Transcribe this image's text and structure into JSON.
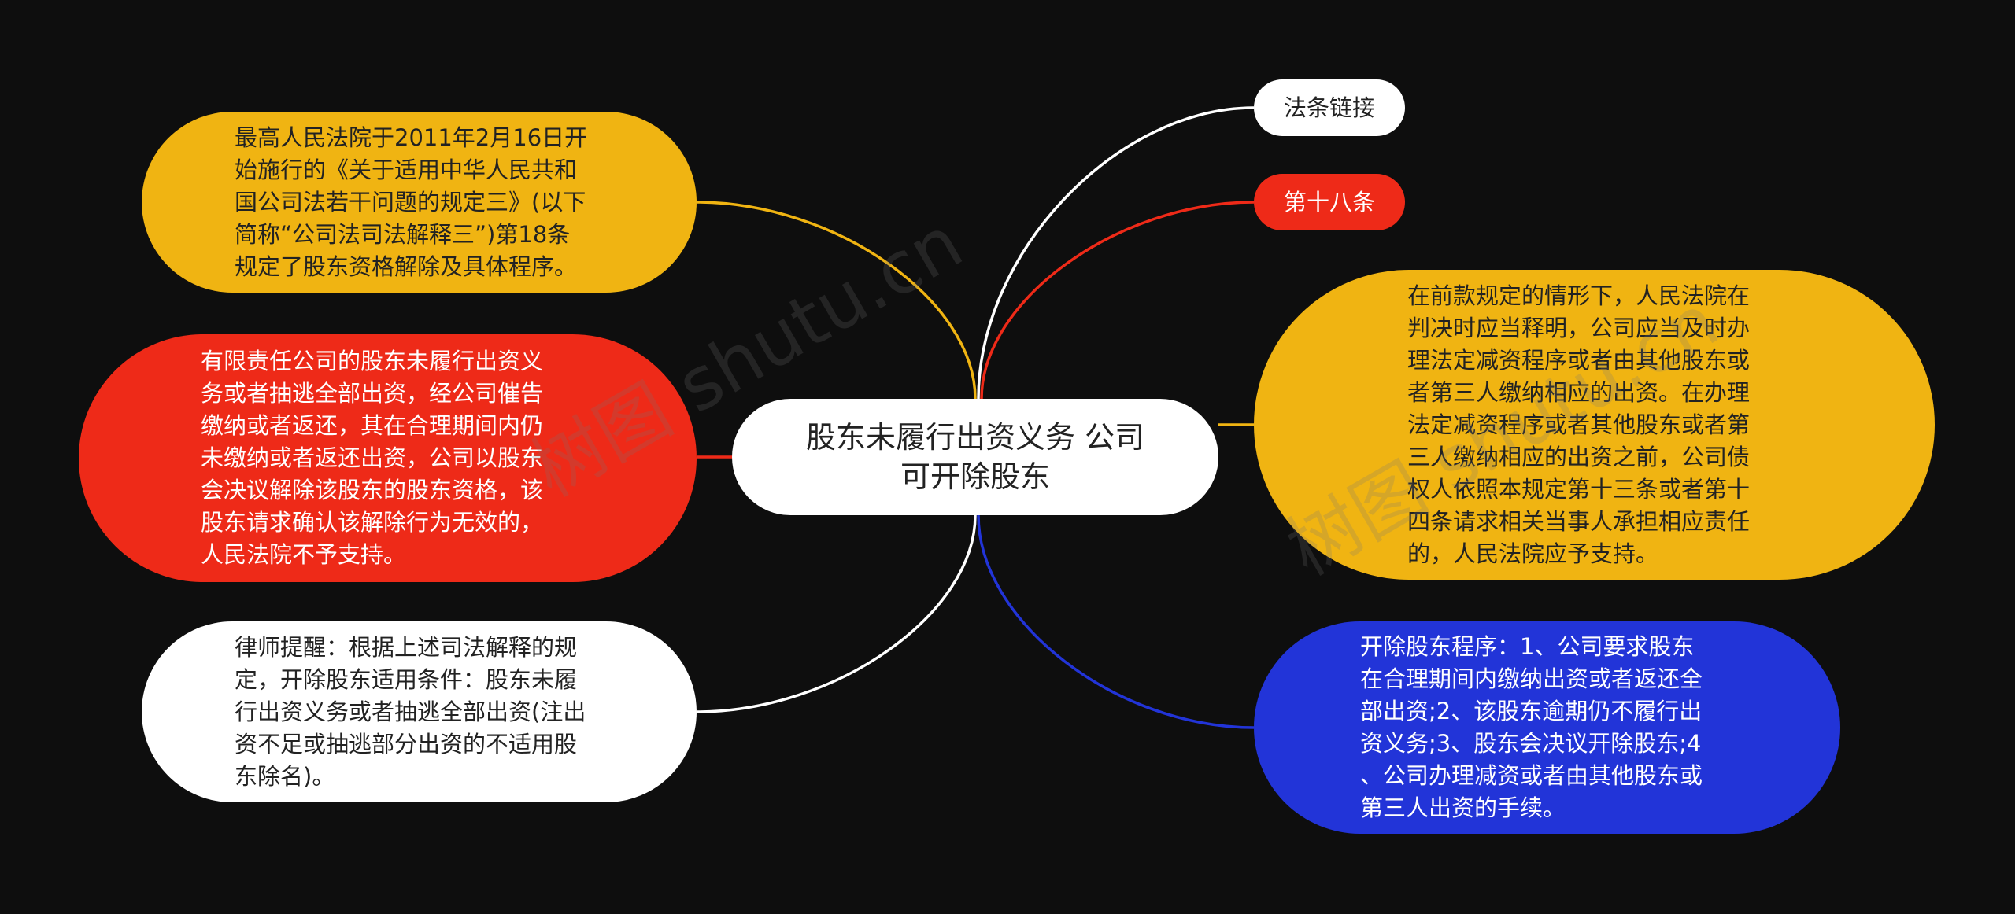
{
  "center": {
    "label": "股东未履行出资义务 公司\n可开除股东",
    "color": "#ffffff"
  },
  "left": [
    {
      "id": "left-1",
      "text": "最高人民法院于2011年2月16日开\n始施行的《关于适用中华人民共和\n国公司法若干问题的规定三》(以下\n简称“公司法司法解释三”)第18条\n规定了股东资格解除及具体程序。",
      "fill": "#f0b412",
      "stroke": "#f0b412",
      "textColor": "#222222"
    },
    {
      "id": "left-2",
      "text": "有限责任公司的股东未履行出资义\n务或者抽逃全部出资，经公司催告\n缴纳或者返还，其在合理期间内仍\n未缴纳或者返还出资，公司以股东\n会决议解除该股东的股东资格，该\n股东请求确认该解除行为无效的，\n人民法院不予支持。",
      "fill": "#ee2a18",
      "stroke": "#ee2a18",
      "textColor": "#ffffff"
    },
    {
      "id": "left-3",
      "text": "律师提醒：根据上述司法解释的规\n定，开除股东适用条件：股东未履\n行出资义务或者抽逃全部出资(注出\n资不足或抽逃部分出资的不适用股\n东除名)。",
      "fill": "#ffffff",
      "stroke": "#ffffff",
      "textColor": "#222222"
    }
  ],
  "right": [
    {
      "id": "right-1",
      "text": "法条链接",
      "fill": "#ffffff",
      "stroke": "#ffffff",
      "textColor": "#222222"
    },
    {
      "id": "right-2",
      "text": "第十八条",
      "fill": "#ee2a18",
      "stroke": "#ee2a18",
      "textColor": "#ffffff"
    },
    {
      "id": "right-3",
      "text": "在前款规定的情形下，人民法院在\n判决时应当释明，公司应当及时办\n理法定减资程序或者由其他股东或\n者第三人缴纳相应的出资。在办理\n法定减资程序或者其他股东或者第\n三人缴纳相应的出资之前，公司债\n权人依照本规定第十三条或者第十\n四条请求相关当事人承担相应责任\n的，人民法院应予支持。",
      "fill": "#f0b412",
      "stroke": "#f0b412",
      "textColor": "#222222"
    },
    {
      "id": "right-4",
      "text": "开除股东程序：1、公司要求股东\n在合理期间内缴纳出资或者返还全\n部出资;2、该股东逾期仍不履行出\n资义务;3、股东会决议开除股东;4\n、公司办理减资或者由其他股东或\n第三人出资的手续。",
      "fill": "#2234d8",
      "stroke": "#2234d8",
      "textColor": "#ffffff"
    }
  ],
  "watermark": "树图 shutu.cn"
}
